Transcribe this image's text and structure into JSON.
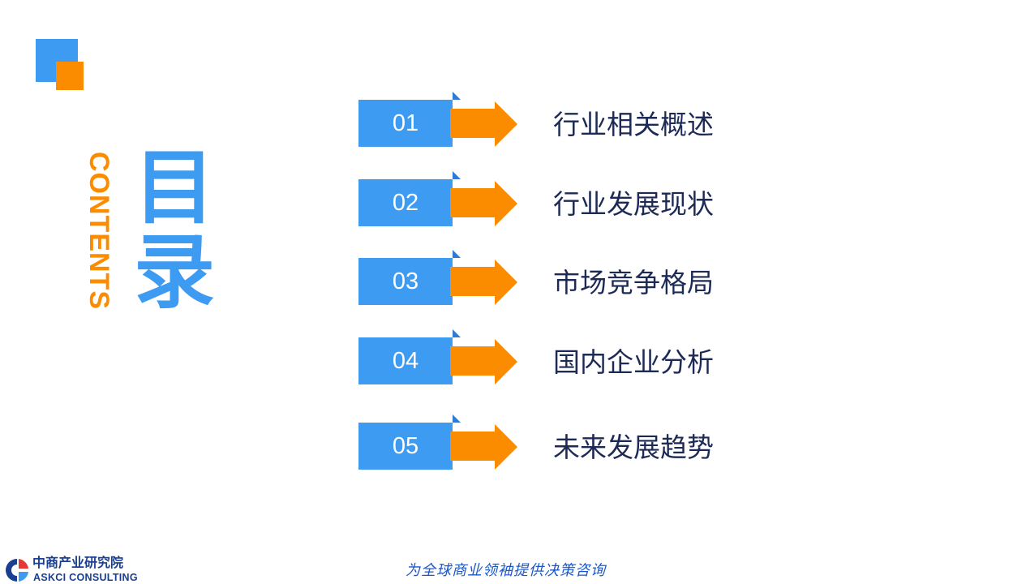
{
  "title": {
    "vertical_en": "CONTENTS",
    "chars": [
      "目",
      "录"
    ]
  },
  "colors": {
    "blue": "#3d9bf1",
    "orange": "#fb8c00",
    "dark_blue_tab": "#2d7bd6",
    "label_text": "#1d2a55",
    "brand_navy": "#1a3f92"
  },
  "toc": [
    {
      "num": "01",
      "label": "行业相关概述"
    },
    {
      "num": "02",
      "label": "行业发展现状"
    },
    {
      "num": "03",
      "label": "市场竞争格局"
    },
    {
      "num": "04",
      "label": "国内企业分析"
    },
    {
      "num": "05",
      "label": "未来发展趋势"
    }
  ],
  "footer": {
    "logo_cn": "中商产业研究院",
    "logo_en": "ASKCI CONSULTING",
    "logo_icon": "askci-logo-icon",
    "slogan": "为全球商业领袖提供决策咨询"
  }
}
